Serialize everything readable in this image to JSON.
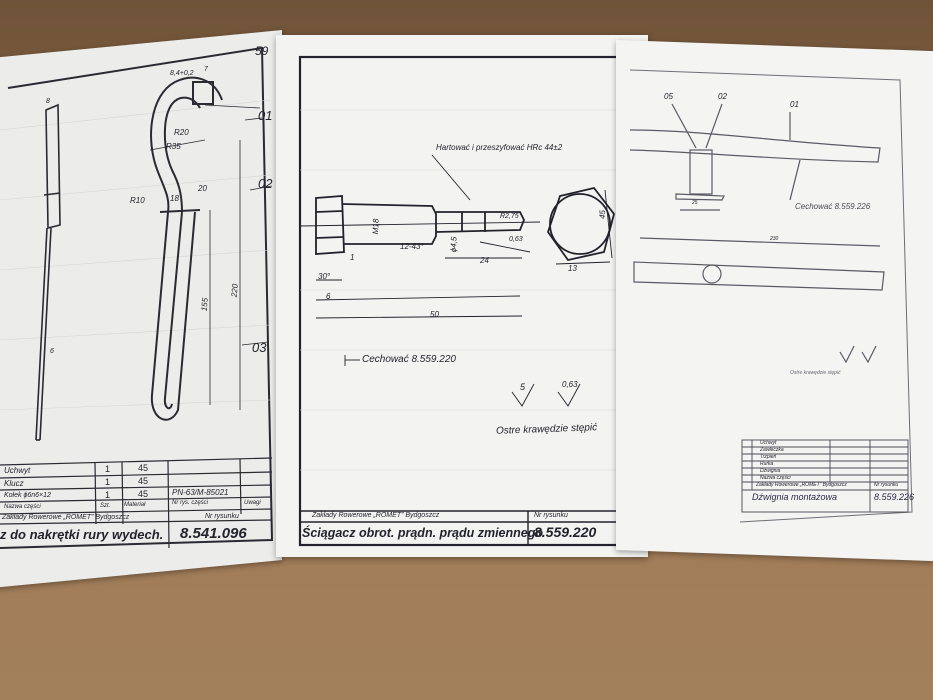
{
  "left_sheet": {
    "corner_mark": "59",
    "callouts": [
      "01",
      "02",
      "03"
    ],
    "dims": [
      "8,4+0,2",
      "7",
      "R20",
      "R35",
      "R10",
      "18",
      "20",
      "155",
      "220",
      "8",
      "6"
    ],
    "parts_rows": [
      {
        "name": "Uchwyt",
        "qty": "1",
        "mat": "45",
        "ref": ""
      },
      {
        "name": "Klucz",
        "qty": "1",
        "mat": "45",
        "ref": ""
      },
      {
        "name": "Kołek ϕ6n6×12",
        "qty": "1",
        "mat": "45",
        "ref": "PN-63/M-85021"
      },
      {
        "name": "Nazwa części",
        "qty": "Szt.",
        "mat": "Materiał",
        "ref": "Nr rys. części"
      }
    ],
    "remarks_label": "Uwagi",
    "factory": "Zakłady Rowerowe „ROMET” Bydgoszcz",
    "title": "z do nakrętki rury wydech.",
    "drawing_no_label": "Nr rysunku",
    "drawing_no": "8.541.096"
  },
  "middle_sheet": {
    "note_top": "Hartować i przeszyfować HRc 44±2",
    "dims": [
      "M18",
      "12-43°",
      "ϕ4,5",
      "R2,75",
      "0,63",
      "45",
      "13",
      "1",
      "30°",
      "6",
      "24",
      "50"
    ],
    "marking": "Cechować 8.559.220",
    "roughness_1": "5",
    "roughness_2": "0,63",
    "edge_note": "Ostre krawędzie stępić",
    "factory": "Zakłady Rowerowe „ROMET” Bydgoszcz",
    "title": "Ściągacz obrot. prądn. prądu zmiennego",
    "drawing_no_label": "Nr rysunku",
    "drawing_no": "8.559.220"
  },
  "right_sheet": {
    "callouts": [
      "05",
      "02",
      "01"
    ],
    "dims": [
      "25",
      "230"
    ],
    "marking": "Cechować 8.559.226",
    "note": "Ostre krawędzie stępić",
    "parts_rows": [
      "Uchwyt",
      "Zawleczka",
      "Trzpień",
      "Rurka",
      "Dźwignia",
      "Nazwa części"
    ],
    "factory": "Zakłady Rowerowe „ROMET” Bydgoszcz",
    "title": "Dźwignia montażowa",
    "drawing_no_label": "Nr rysunku",
    "drawing_no": "8.559.226"
  }
}
